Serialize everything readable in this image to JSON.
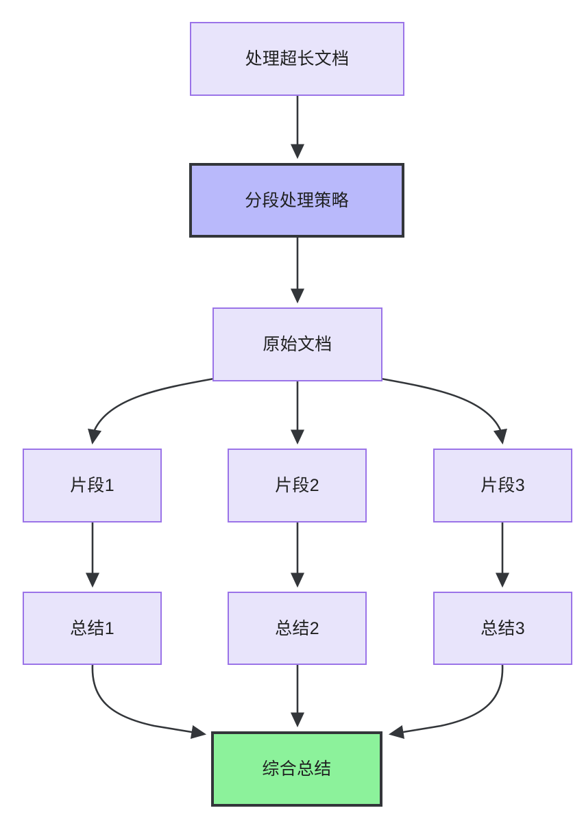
{
  "diagram": {
    "type": "flowchart",
    "direction": "top-down",
    "background_color": "#ffffff",
    "styles": {
      "default_fill": "#e8e4fb",
      "default_stroke": "#9a73e8",
      "strategy_fill": "#b9b9fb",
      "strategy_stroke": "#33363a",
      "result_fill": "#8cf29b",
      "result_stroke": "#33363a",
      "edge_color": "#33363a",
      "text_color": "#1f2020"
    },
    "nodes": [
      {
        "id": "root",
        "label": "处理超长文档",
        "style": "default"
      },
      {
        "id": "strategy",
        "label": "分段处理策略",
        "style": "strategy"
      },
      {
        "id": "source",
        "label": "原始文档",
        "style": "default"
      },
      {
        "id": "chunk1",
        "label": "片段1",
        "style": "default"
      },
      {
        "id": "chunk2",
        "label": "片段2",
        "style": "default"
      },
      {
        "id": "chunk3",
        "label": "片段3",
        "style": "default"
      },
      {
        "id": "sum1",
        "label": "总结1",
        "style": "default"
      },
      {
        "id": "sum2",
        "label": "总结2",
        "style": "default"
      },
      {
        "id": "sum3",
        "label": "总结3",
        "style": "default"
      },
      {
        "id": "final",
        "label": "综合总结",
        "style": "result"
      }
    ],
    "edges": [
      {
        "from": "root",
        "to": "strategy",
        "shape": "straight"
      },
      {
        "from": "strategy",
        "to": "source",
        "shape": "straight"
      },
      {
        "from": "source",
        "to": "chunk1",
        "shape": "curved-left"
      },
      {
        "from": "source",
        "to": "chunk2",
        "shape": "straight"
      },
      {
        "from": "source",
        "to": "chunk3",
        "shape": "curved-right"
      },
      {
        "from": "chunk1",
        "to": "sum1",
        "shape": "straight"
      },
      {
        "from": "chunk2",
        "to": "sum2",
        "shape": "straight"
      },
      {
        "from": "chunk3",
        "to": "sum3",
        "shape": "straight"
      },
      {
        "from": "sum1",
        "to": "final",
        "shape": "curved-right"
      },
      {
        "from": "sum2",
        "to": "final",
        "shape": "straight"
      },
      {
        "from": "sum3",
        "to": "final",
        "shape": "curved-left"
      }
    ]
  }
}
